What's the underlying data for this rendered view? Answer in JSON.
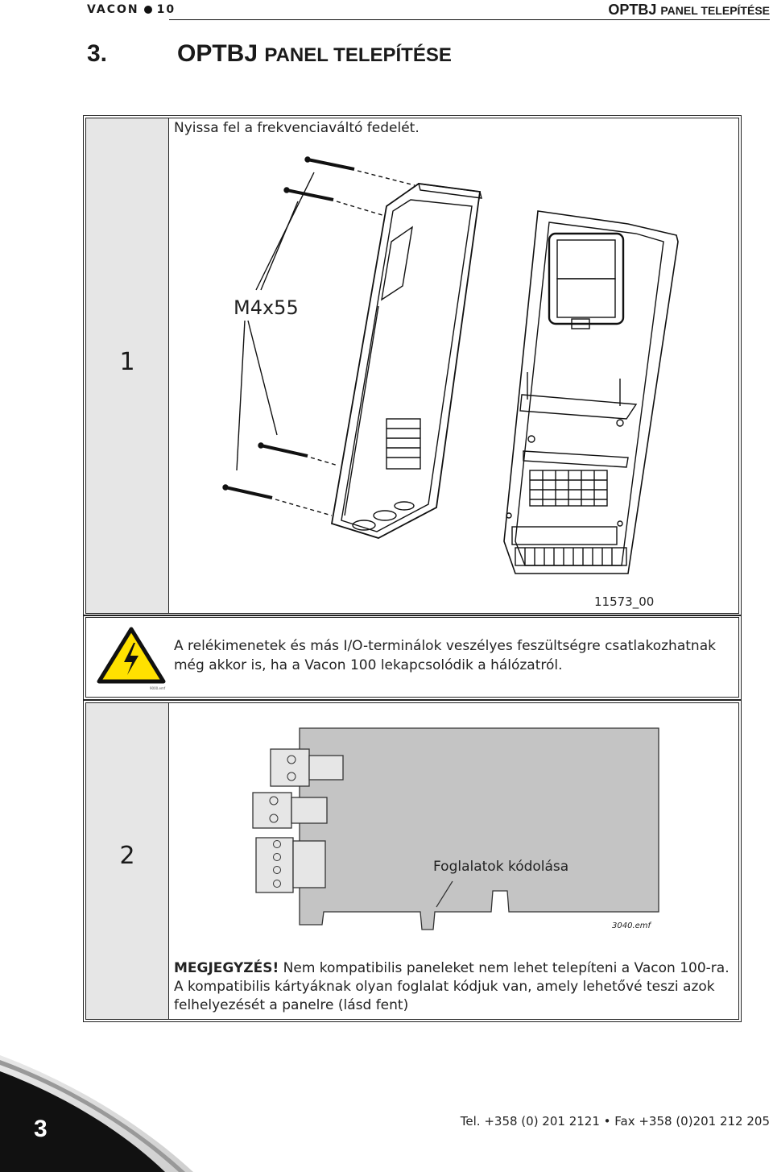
{
  "header": {
    "brand": "VACON",
    "page": "10",
    "section_bold": "OPTBJ",
    "section_rest": "PANEL TELEPÍTÉSE"
  },
  "title": {
    "number": "3.",
    "bold": "OPTBJ",
    "rest": "PANEL TELEPÍTÉSE"
  },
  "step1": {
    "number": "1",
    "instruction": "Nyissa fel a frekvenciaváltó fedelét.",
    "screw_label": "M4x55",
    "figure_id": "11573_00"
  },
  "warning": {
    "icon": "high-voltage-warning-icon",
    "line1": "A relékimenetek és más I/O-terminálok veszélyes feszültségre csatlakozhatnak",
    "line2": "még akkor is, ha a Vacon 100 lekapcsolódik a hálózatról.",
    "icon_caption": "9000.emf"
  },
  "step2": {
    "number": "2",
    "callout": "Foglalatok kódolása",
    "figure_id": "3040.emf",
    "note_label": "MEGJEGYZÉS!",
    "note_line1": "Nem kompatibilis paneleket nem lehet telepíteni a Vacon 100-ra.",
    "note_line2": "A kompatibilis kártyáknak olyan foglalat kódjuk van, amely lehetővé teszi azok",
    "note_line3": "felhelyezését a panelre (lásd fent)"
  },
  "footer": {
    "page_chapter": "3",
    "contact": "Tel. +358 (0) 201 2121 • Fax +358 (0)201 212 205"
  },
  "colors": {
    "accent_gray": "#e6e6e6",
    "board_gray": "#c4c4c4",
    "warning_yellow": "#ffe100"
  }
}
